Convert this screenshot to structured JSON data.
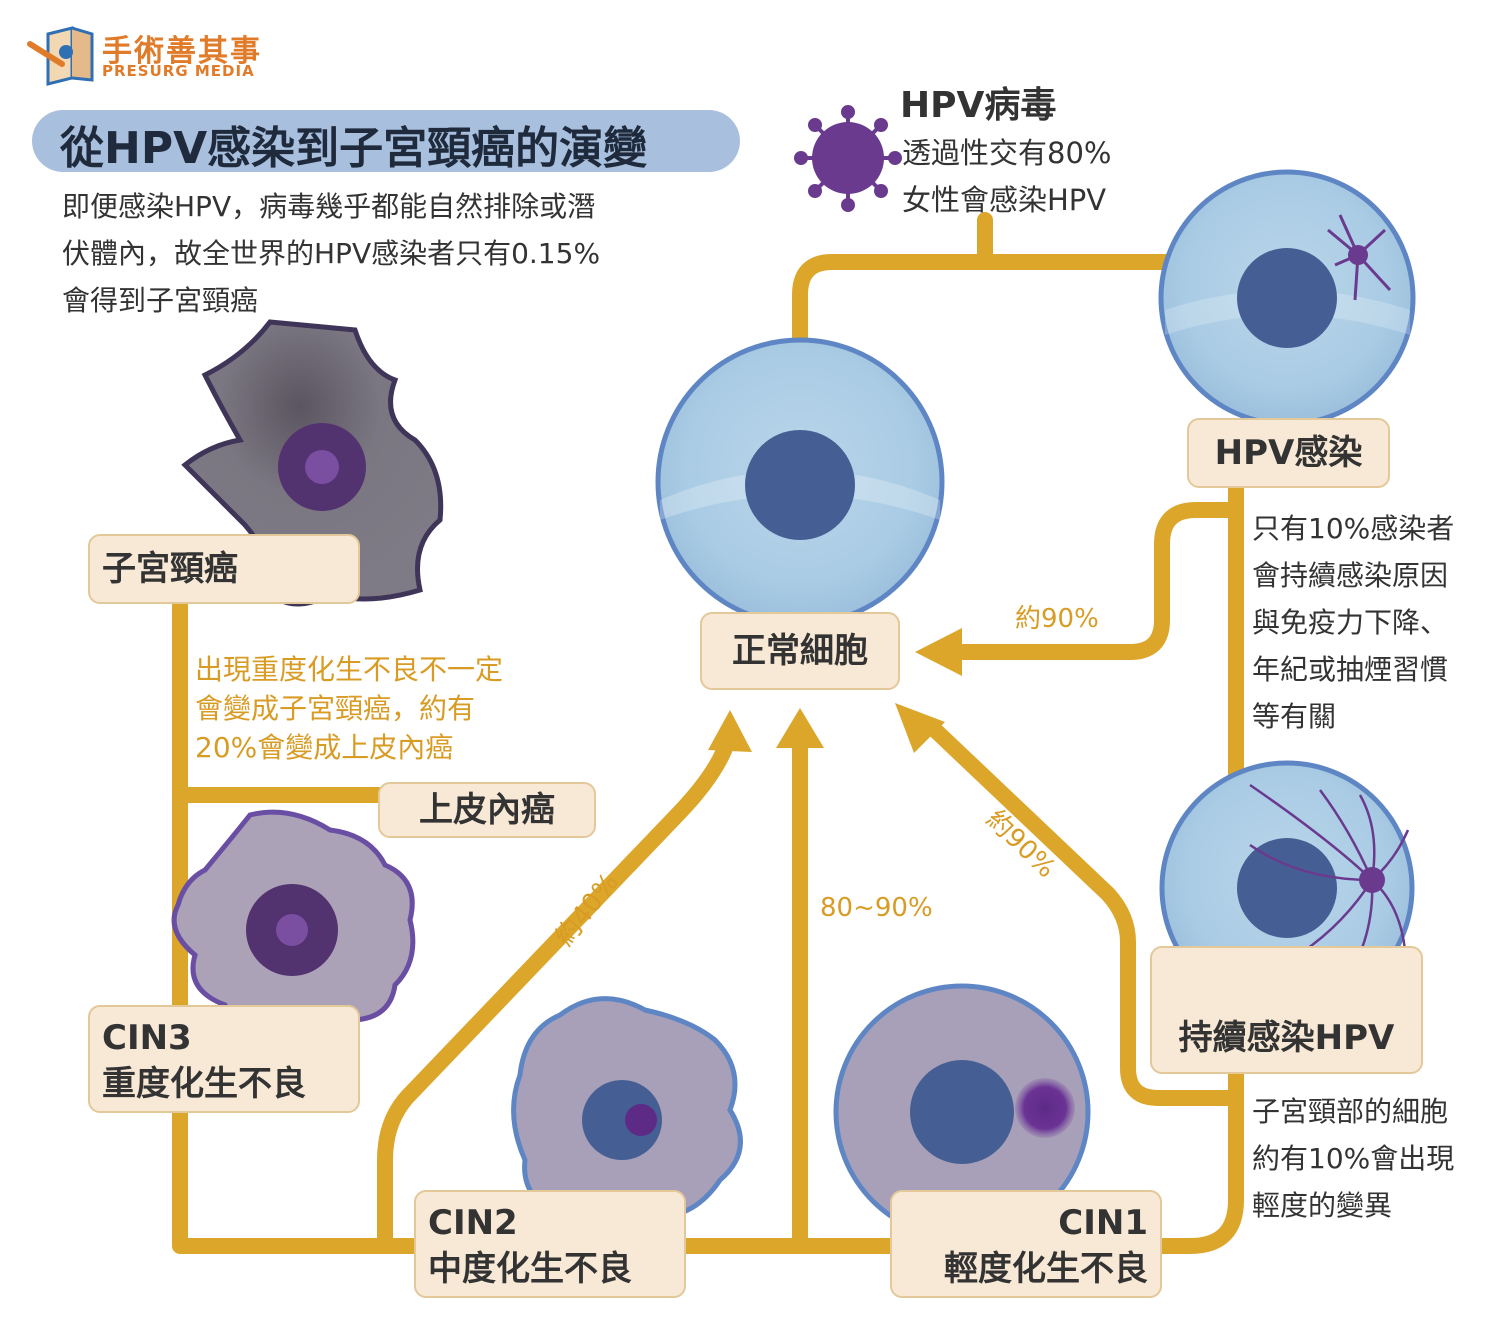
{
  "brand": {
    "name_cn": "手術善其事",
    "name_en": "PRESURG MEDIA"
  },
  "title": "從HPV感染到子宮頸癌的演變",
  "intro_lines": [
    "即便感染HPV，病毒幾乎都能自然排除或潛",
    "伏體內，故全世界的HPV感染者只有0.15%",
    "會得到子宮頸癌"
  ],
  "virus": {
    "title": "HPV病毒",
    "lines": [
      "透過性交有80%",
      "女性會感染HPV"
    ]
  },
  "nodes": {
    "normal": "正常細胞",
    "hpv_infection": "HPV感染",
    "persistent": "持續感染HPV",
    "cin1": {
      "line1": "CIN1",
      "line2": "輕度化生不良"
    },
    "cin2": {
      "line1": "CIN2",
      "line2": "中度化生不良"
    },
    "cin3": {
      "line1": "CIN3",
      "line2": "重度化生不良"
    },
    "carcinoma_in_situ": "上皮內癌",
    "cervical_cancer": "子宮頸癌"
  },
  "notes": {
    "persistent_reason": [
      "只有10%感染者",
      "會持續感染原因",
      "與免疫力下降、",
      "年紀或抽煙習慣",
      "等有關"
    ],
    "mild_change": [
      "子宮頸部的細胞",
      "約有10%會出現",
      "輕度的變異"
    ],
    "severe_note": [
      "出現重度化生不良不一定",
      "會變成子宮頸癌，約有",
      "20%會變成上皮內癌"
    ]
  },
  "arrows": {
    "hpv_to_normal": "約90%",
    "cin1_to_normal": "約90%",
    "cin_to_normal": "80~90%",
    "cin2_to_normal": "約40%"
  },
  "colors": {
    "path": "#dba62a",
    "label_bg": "#f8e9d6",
    "title_pill": "#a8c0de",
    "brand": "#e07b2a",
    "virus": "#6a3a8f"
  }
}
